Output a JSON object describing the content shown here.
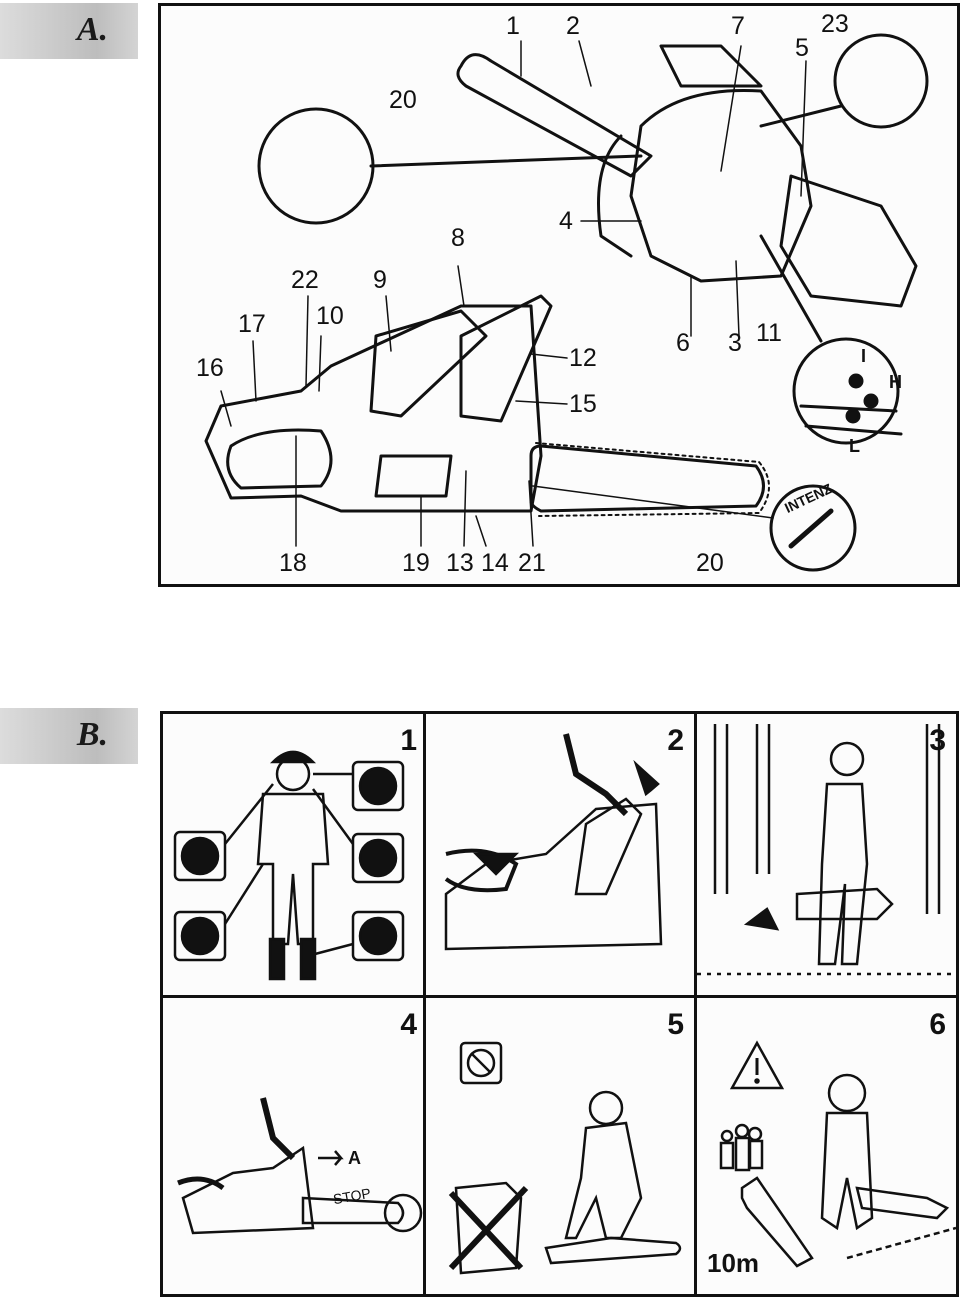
{
  "sections": {
    "a": {
      "label": "A."
    },
    "b": {
      "label": "B."
    }
  },
  "figure_a": {
    "callouts": [
      "1",
      "2",
      "7",
      "23",
      "5",
      "20",
      "4",
      "8",
      "22",
      "9",
      "17",
      "10",
      "16",
      "12",
      "6",
      "3",
      "11",
      "15",
      "18",
      "19",
      "13",
      "14",
      "21",
      "20"
    ],
    "switch_labels": {
      "i": "I",
      "h": "H",
      "l": "L"
    },
    "dial_text": "INTENZ"
  },
  "figure_b": {
    "panels": [
      {
        "number": "1"
      },
      {
        "number": "2"
      },
      {
        "number": "3"
      },
      {
        "number": "4",
        "label_a": "A",
        "label_stop": "STOP"
      },
      {
        "number": "5"
      },
      {
        "number": "6",
        "distance": "10m"
      }
    ]
  }
}
